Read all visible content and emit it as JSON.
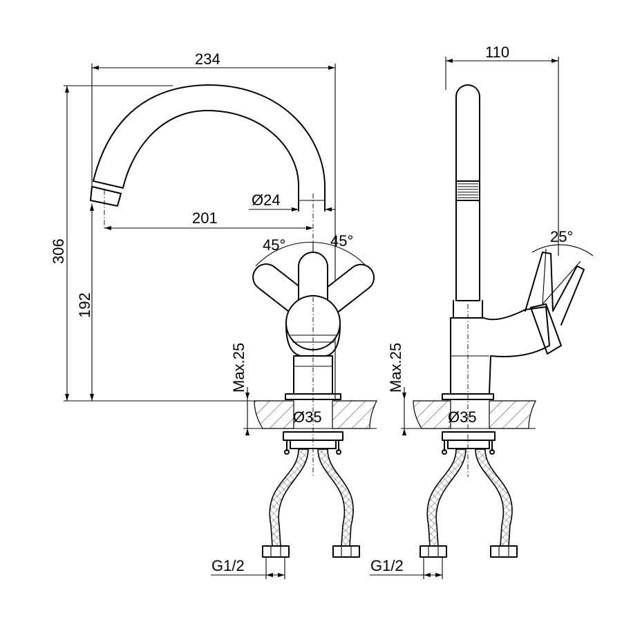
{
  "dimensions": {
    "reach_total": "234",
    "spout_reach": "201",
    "spout_diameter": "Ø24",
    "height_total": "306",
    "height_spout": "192",
    "depth": "110",
    "max_thickness_front": "Max.25",
    "max_thickness_side": "Max.25",
    "hole_diameter_front": "Ø35",
    "hole_diameter_side": "Ø35",
    "thread_front": "G1/2",
    "thread_side": "G1/2"
  },
  "angles": {
    "left_rotation": "45°",
    "right_rotation": "45°",
    "lever_tilt": "25°"
  }
}
